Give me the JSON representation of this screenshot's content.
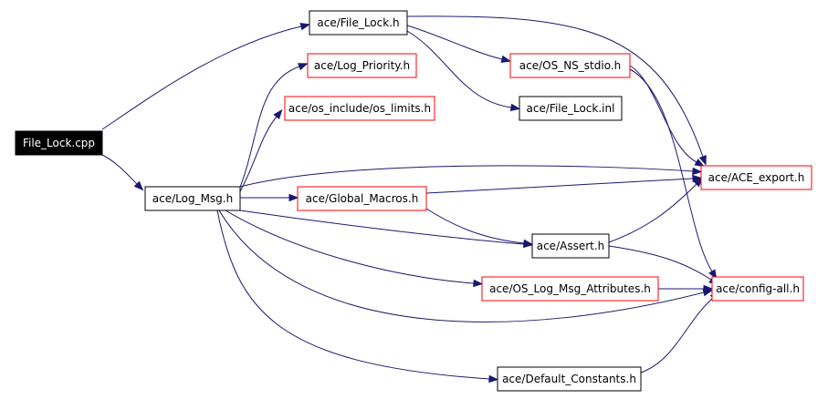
{
  "diagram": {
    "nodes": [
      {
        "id": "file_lock_cpp",
        "label": "File_Lock.cpp",
        "style": "root"
      },
      {
        "id": "file_lock_h",
        "label": "ace/File_Lock.h",
        "style": "black"
      },
      {
        "id": "log_priority_h",
        "label": "ace/Log_Priority.h",
        "style": "red"
      },
      {
        "id": "os_limits_h",
        "label": "ace/os_include/os_limits.h",
        "style": "red"
      },
      {
        "id": "os_ns_stdio_h",
        "label": "ace/OS_NS_stdio.h",
        "style": "red"
      },
      {
        "id": "file_lock_inl",
        "label": "ace/File_Lock.inl",
        "style": "black"
      },
      {
        "id": "log_msg_h",
        "label": "ace/Log_Msg.h",
        "style": "black"
      },
      {
        "id": "global_macros_h",
        "label": "ace/Global_Macros.h",
        "style": "red"
      },
      {
        "id": "ace_export_h",
        "label": "ace/ACE_export.h",
        "style": "red"
      },
      {
        "id": "assert_h",
        "label": "ace/Assert.h",
        "style": "black"
      },
      {
        "id": "os_log_msg_attr_h",
        "label": "ace/OS_Log_Msg_Attributes.h",
        "style": "red"
      },
      {
        "id": "config_all_h",
        "label": "ace/config-all.h",
        "style": "red"
      },
      {
        "id": "default_constants_h",
        "label": "ace/Default_Constants.h",
        "style": "black"
      }
    ],
    "edges": [
      [
        "file_lock_cpp",
        "file_lock_h"
      ],
      [
        "file_lock_cpp",
        "log_msg_h"
      ],
      [
        "file_lock_h",
        "os_ns_stdio_h"
      ],
      [
        "file_lock_h",
        "file_lock_inl"
      ],
      [
        "file_lock_h",
        "ace_export_h"
      ],
      [
        "os_ns_stdio_h",
        "ace_export_h"
      ],
      [
        "os_ns_stdio_h",
        "config_all_h"
      ],
      [
        "log_msg_h",
        "log_priority_h"
      ],
      [
        "log_msg_h",
        "os_limits_h"
      ],
      [
        "log_msg_h",
        "global_macros_h"
      ],
      [
        "log_msg_h",
        "ace_export_h"
      ],
      [
        "log_msg_h",
        "assert_h"
      ],
      [
        "log_msg_h",
        "os_log_msg_attr_h"
      ],
      [
        "log_msg_h",
        "config_all_h"
      ],
      [
        "log_msg_h",
        "default_constants_h"
      ],
      [
        "global_macros_h",
        "ace_export_h"
      ],
      [
        "global_macros_h",
        "assert_h"
      ],
      [
        "assert_h",
        "ace_export_h"
      ],
      [
        "assert_h",
        "config_all_h"
      ],
      [
        "os_log_msg_attr_h",
        "config_all_h"
      ],
      [
        "default_constants_h",
        "config_all_h"
      ]
    ],
    "colors": {
      "root_fill": "#000000",
      "root_text": "#ffffff",
      "red_border": "#ff0000",
      "black_border": "#000000",
      "edge": "#191970"
    }
  }
}
